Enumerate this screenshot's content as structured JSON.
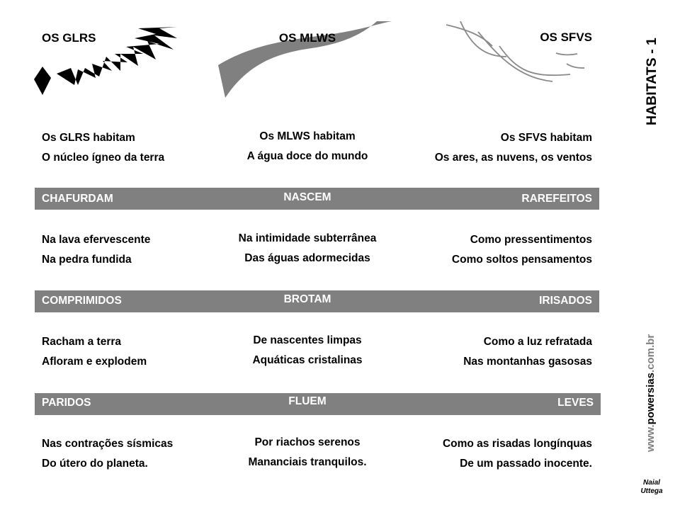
{
  "title": "HABITATS - 1",
  "columns": [
    {
      "name": "OS GLRS",
      "habitat_intro": "Os GLRS habitam",
      "habitat": "O núcleo ígneo da terra"
    },
    {
      "name": "OS MLWS",
      "habitat_intro": "Os MLWS habitam",
      "habitat": "A água doce do mundo"
    },
    {
      "name": "OS SFVS",
      "habitat_intro": "Os SFVS habitam",
      "habitat": "Os ares, as nuvens, os ventos"
    }
  ],
  "sections": [
    {
      "labels": [
        "CHAFURDAM",
        "NASCEM",
        "RAREFEITOS"
      ],
      "lines": [
        [
          "Na lava efervescente",
          "Na pedra fundida"
        ],
        [
          "Na intimidade subterrânea",
          "Das águas adormecidas"
        ],
        [
          "Como pressentimentos",
          "Como soltos pensamentos"
        ]
      ]
    },
    {
      "labels": [
        "COMPRIMIDOS",
        "BROTAM",
        "IRISADOS"
      ],
      "lines": [
        [
          "Racham a terra",
          "Afloram e explodem"
        ],
        [
          "De nascentes limpas",
          "Aquáticas cristalinas"
        ],
        [
          "Como a luz refratada",
          "Nas montanhas gasosas"
        ]
      ]
    },
    {
      "labels": [
        "PARIDOS",
        "FLUEM",
        "LEVES"
      ],
      "lines": [
        [
          "Nas contrações sísmicas",
          "Do útero do planeta."
        ],
        [
          "Por riachos serenos",
          "Mananciais tranquilos."
        ],
        [
          "Como as risadas longínquas",
          "De um passado inocente."
        ]
      ]
    }
  ],
  "website": {
    "prefix": "www.",
    "name": "powersias",
    ".suffix": ".com.br",
    "suffix": ".com.br"
  },
  "author": [
    "Naial",
    "Uttega"
  ],
  "colors": {
    "bar": "#808080",
    "website_gray": "#808080"
  }
}
